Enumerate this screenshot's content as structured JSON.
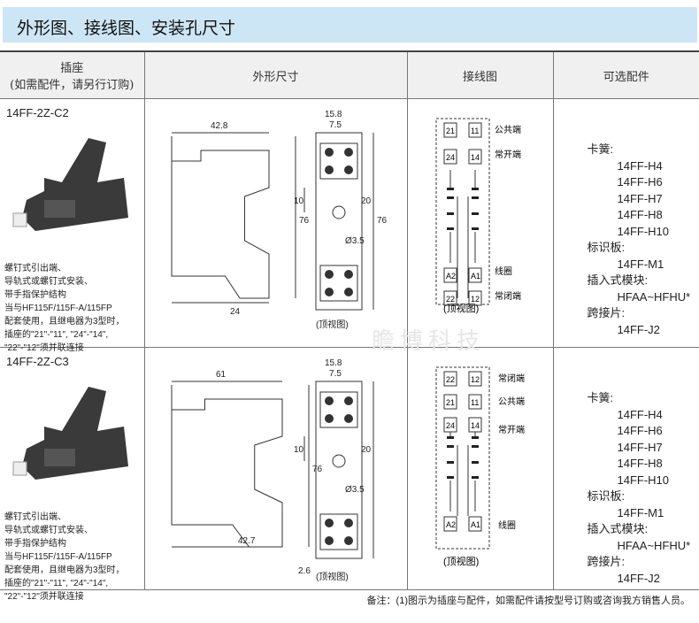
{
  "title": "外形图、接线图、安装孔尺寸",
  "headers": {
    "socket_line1": "插座",
    "socket_line2": "(如需配件，请另行订购)",
    "dimensions": "外形尺寸",
    "wiring": "接线图",
    "accessories": "可选配件"
  },
  "rows": [
    {
      "model": "14FF-2Z-C2",
      "notes": [
        "螺钉式引出端、",
        "导轨式或螺钉式安装、",
        "带手指保护结构",
        "当与HF115F/115F-A/115FP",
        "配套使用，且继电器为3型时，",
        "插座的\"21\"-\"11\", \"24\"-\"14\",",
        "\"22\"-\"12\"须并联连接"
      ],
      "dims": {
        "width": "42.8",
        "height": "76",
        "base": "24",
        "top_w": "15.8",
        "pitch": "7.5",
        "h1": "10",
        "h2": "20",
        "h3": "76",
        "hole": "Ø3.5",
        "view": "(顶视图)"
      },
      "wiring": {
        "pins": [
          "21",
          "11",
          "24",
          "14",
          "A2",
          "A1",
          "22",
          "12"
        ],
        "labels": [
          "公共端",
          "常开端",
          "线圈",
          "常闭端"
        ],
        "view": "(顶视图)"
      },
      "acc": [
        {
          "label": "卡簧:",
          "items": [
            "14FF-H4",
            "14FF-H6",
            "14FF-H7",
            "14FF-H8",
            "14FF-H10"
          ]
        },
        {
          "label": "标识板:",
          "items": [
            "14FF-M1"
          ]
        },
        {
          "label": "插入式模块:",
          "items": [
            "HFAA~HFHU*"
          ]
        },
        {
          "label": "跨接片:",
          "items": [
            "14FF-J2"
          ]
        }
      ]
    },
    {
      "model": "14FF-2Z-C3",
      "notes": [
        "螺钉式引出端、",
        "导轨式或螺钉式安装、",
        "带手指保护结构",
        "当与HF115F/115F-A/115FP",
        "配套使用，且继电器为3型时，",
        "插座的\"21\"-\"11\", \"24\"-\"14\",",
        "\"22\"-\"12\"须并联连接"
      ],
      "dims": {
        "width": "61",
        "height": "76",
        "base": "42.7",
        "base_h": "2.6",
        "top_w": "15.8",
        "pitch": "7.5",
        "h1": "10",
        "h2": "20",
        "hole": "Ø3.5",
        "view": "(顶视图)"
      },
      "wiring": {
        "pins": [
          "22",
          "12",
          "21",
          "11",
          "24",
          "14",
          "A2",
          "A1"
        ],
        "labels": [
          "常闭端",
          "公共端",
          "常开端",
          "线圈"
        ],
        "view": "(顶视图)"
      },
      "acc": [
        {
          "label": "卡簧:",
          "items": [
            "14FF-H4",
            "14FF-H6",
            "14FF-H7",
            "14FF-H8",
            "14FF-H10"
          ]
        },
        {
          "label": "标识板:",
          "items": [
            "14FF-M1"
          ]
        },
        {
          "label": "插入式模块:",
          "items": [
            "HFAA~HFHU*"
          ]
        },
        {
          "label": "跨接片:",
          "items": [
            "14FF-J2"
          ]
        }
      ]
    }
  ],
  "watermark": "瞻博科技",
  "footnote": "备注：(1)图示为插座与配件，如需配件请按型号订购或咨询我方销售人员。"
}
